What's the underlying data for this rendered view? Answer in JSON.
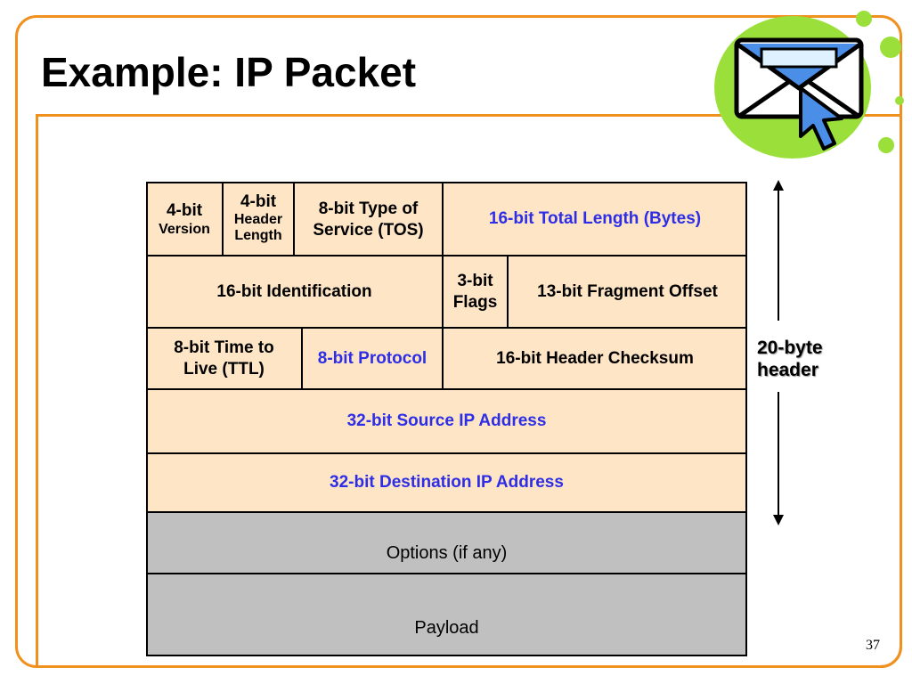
{
  "slide": {
    "title": "Example: IP Packet",
    "page_number": "37"
  },
  "packet": {
    "row1": {
      "version_bits": "4-bit",
      "version_name": "Version",
      "hlen_bits": "4-bit",
      "hlen_name_1": "Header",
      "hlen_name_2": "Length",
      "tos_1": "8-bit Type of",
      "tos_2": "Service (TOS)",
      "total_length": "16-bit Total Length (Bytes)"
    },
    "row2": {
      "identification": "16-bit Identification",
      "flags_1": "3-bit",
      "flags_2": "Flags",
      "fragment_offset": "13-bit Fragment Offset"
    },
    "row3": {
      "ttl_1": "8-bit Time to",
      "ttl_2": "Live (TTL)",
      "protocol": "8-bit Protocol",
      "checksum": "16-bit Header Checksum"
    },
    "source_ip": "32-bit Source IP Address",
    "destination_ip": "32-bit Destination IP Address",
    "options": "Options (if any)",
    "payload": "Payload"
  },
  "header_span": {
    "label_1": "20-byte",
    "label_2": "header"
  },
  "colors": {
    "accent_orange": "#f0901e",
    "header_fill": "#fde5c6",
    "payload_fill": "#c0c0c0",
    "highlight_blue": "#2e2ee6",
    "logo_green": "#9be03a"
  },
  "icons": {
    "logo": "envelope-with-cursor-icon"
  }
}
